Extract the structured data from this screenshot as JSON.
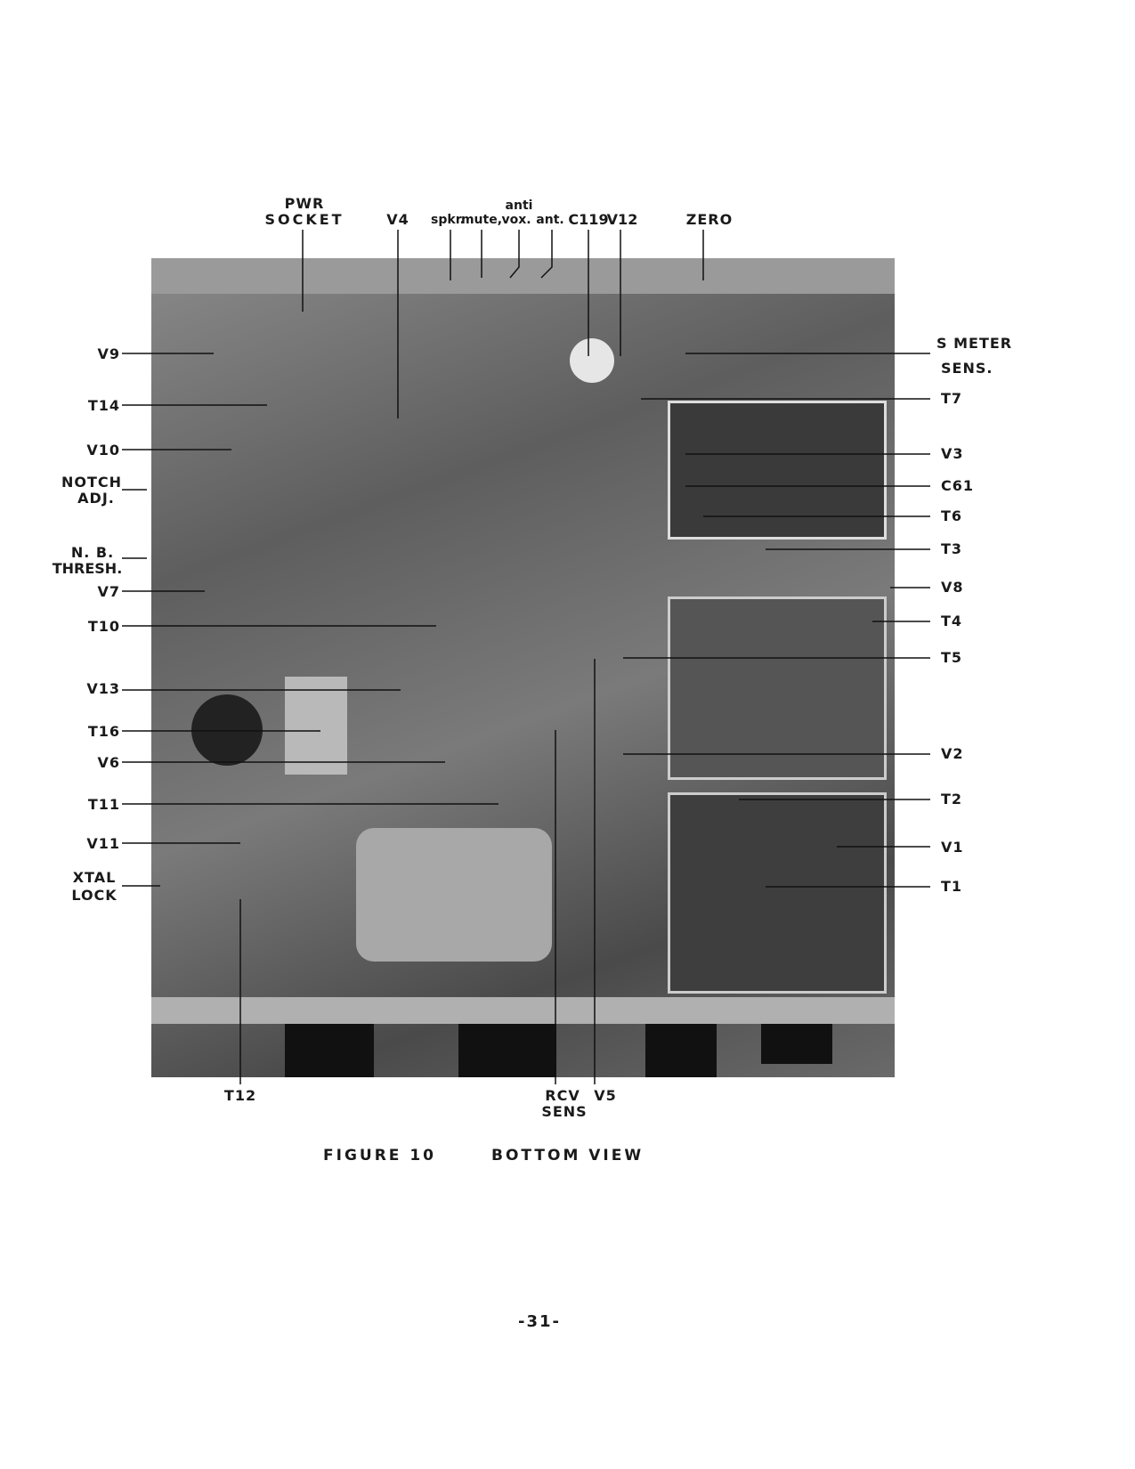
{
  "figure": {
    "caption_number": "FIGURE 10",
    "caption_title": "BOTTOM VIEW",
    "top_labels": {
      "pwr": "PWR",
      "socket": "SOCKET",
      "v4": "V4",
      "spkr": "spkr.",
      "mute": "mute,",
      "anti": "anti",
      "vox": "vox.",
      "ant": "ant.",
      "c119": "C119",
      "v12": "V12",
      "zero": "ZERO"
    },
    "left_labels": {
      "v9": "V9",
      "t14": "T14",
      "v10": "V10",
      "notch": "NOTCH",
      "adj": "ADJ.",
      "nb": "N. B.",
      "thresh": "THRESH.",
      "v7": "V7",
      "t10": "T10",
      "v13": "V13",
      "t16": "T16",
      "v6": "V6",
      "t11": "T11",
      "v11": "V11",
      "xtal": "XTAL",
      "lock": "LOCK"
    },
    "right_labels": {
      "smeter": "S METER",
      "sens": "SENS.",
      "t7": "T7",
      "v3": "V3",
      "c61": "C61",
      "t6": "T6",
      "t3": "T3",
      "v8": "V8",
      "t4": "T4",
      "t5": "T5",
      "v2": "V2",
      "t2": "T2",
      "v1": "V1",
      "t1": "T1"
    },
    "bottom_labels": {
      "t12": "T12",
      "rcv": "RCV",
      "rcv_sens": "SENS",
      "v5": "V5"
    }
  },
  "page_number": "-31-"
}
